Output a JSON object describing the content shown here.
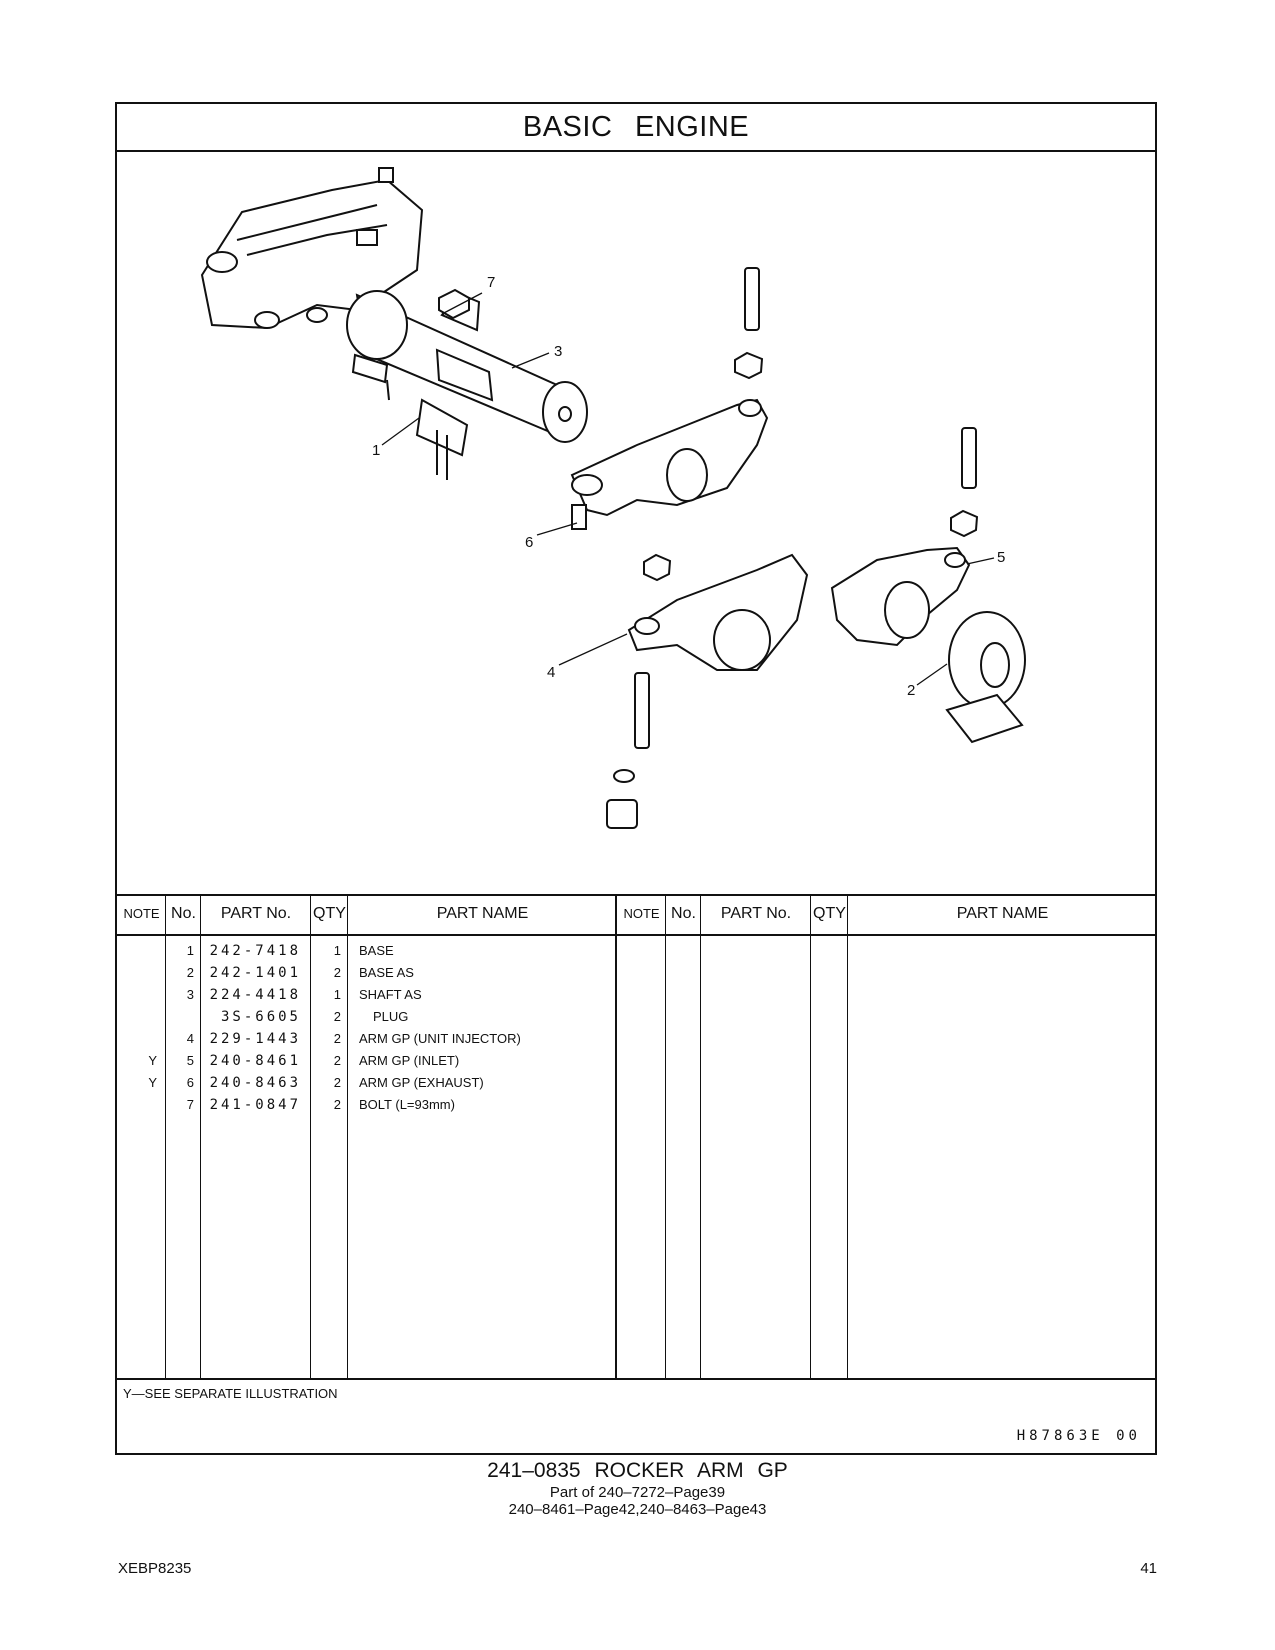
{
  "header": {
    "title": "BASIC ENGINE"
  },
  "callouts": [
    "7",
    "3",
    "1",
    "6",
    "5",
    "4",
    "2"
  ],
  "table": {
    "columns": {
      "note": "NOTE",
      "no": "No.",
      "part_no": "PART No.",
      "qty": "QTY",
      "part_name": "PART NAME"
    },
    "rows": [
      {
        "note": "",
        "no": "1",
        "part_no": "242-7418",
        "qty": "1",
        "part_name": "BASE"
      },
      {
        "note": "",
        "no": "2",
        "part_no": "242-1401",
        "qty": "2",
        "part_name": "BASE AS"
      },
      {
        "note": "",
        "no": "3",
        "part_no": "224-4418",
        "qty": "1",
        "part_name": "SHAFT AS"
      },
      {
        "note": "",
        "no": "",
        "part_no": "3S-6605",
        "qty": "2",
        "part_name": "PLUG"
      },
      {
        "note": "",
        "no": "4",
        "part_no": "229-1443",
        "qty": "2",
        "part_name": "ARM GP (UNIT INJECTOR)"
      },
      {
        "note": "Y",
        "no": "5",
        "part_no": "240-8461",
        "qty": "2",
        "part_name": "ARM GP (INLET)"
      },
      {
        "note": "Y",
        "no": "6",
        "part_no": "240-8463",
        "qty": "2",
        "part_name": "ARM GP (EXHAUST)"
      },
      {
        "note": "",
        "no": "7",
        "part_no": "241-0847",
        "qty": "2",
        "part_name": "BOLT (L=93mm)"
      }
    ]
  },
  "footnote": "Y—SEE SEPARATE ILLUSTRATION",
  "illustration_code": "H87863E 00",
  "caption": {
    "title": "241–0835 ROCKER ARM GP",
    "line2": "Part of 240–7272–Page39",
    "line3": "240–8461–Page42,240–8463–Page43"
  },
  "footer": {
    "doc_id": "XEBP8235",
    "page": "41"
  }
}
